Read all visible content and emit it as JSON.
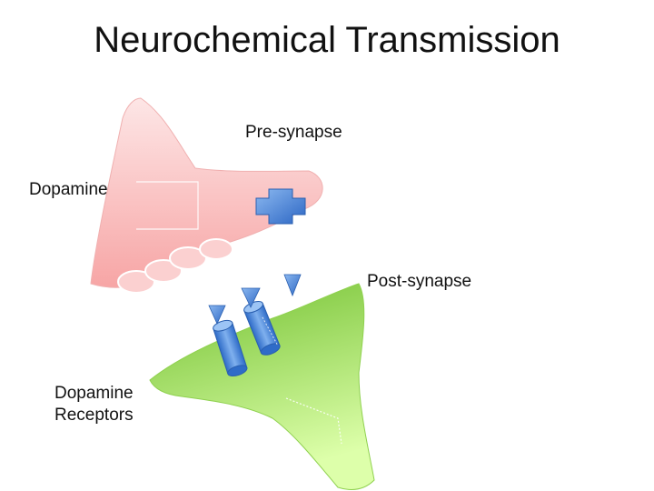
{
  "slide": {
    "title": "Neurochemical Transmission"
  },
  "labels": {
    "pre_synapse": "Pre-synapse",
    "dopamine": "Dopamine",
    "post_synapse": "Post-synapse",
    "receptors_line1": "Dopamine",
    "receptors_line2": "Receptors"
  },
  "colors": {
    "pre_synapse_fill_top": "#fde0e0",
    "pre_synapse_fill_bottom": "#f7a9a9",
    "post_synapse_fill_top": "#7cc63b",
    "post_synapse_fill_bottom": "#d9ffa6",
    "transporter": "#4a86d8",
    "receptor": "#4a86d8",
    "dopamine_triangle": "#3e7fd6"
  }
}
